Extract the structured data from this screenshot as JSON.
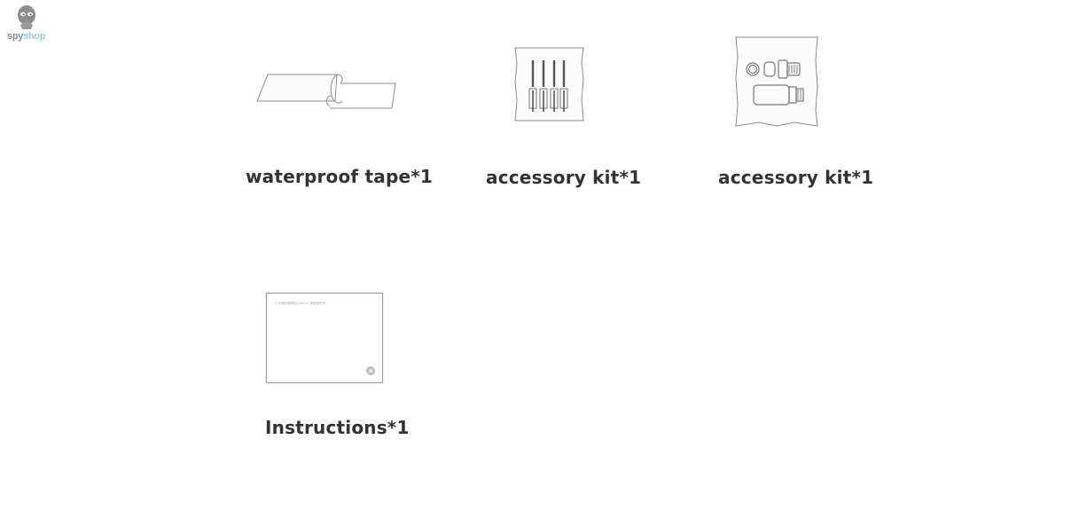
{
  "logo": {
    "brand_part1": "spy",
    "brand_part2": "shop",
    "icon": "spy-mascot-icon"
  },
  "items": [
    {
      "label": "waterproof tape*1",
      "icon": "waterproof-tape-icon"
    },
    {
      "label": "accessory kit*1",
      "icon": "screw-kit-icon"
    },
    {
      "label": "accessory kit*1",
      "icon": "connector-kit-icon"
    },
    {
      "label": "Instructions*1",
      "icon": "instructions-manual-icon",
      "manual_text": "小米室外摄像机CW500 使用说明书"
    }
  ],
  "colors": {
    "text": "#333333",
    "line_art": "#8c8c8c",
    "logo_gray": "#8a8a8a",
    "logo_blue": "#9ec6e0"
  }
}
